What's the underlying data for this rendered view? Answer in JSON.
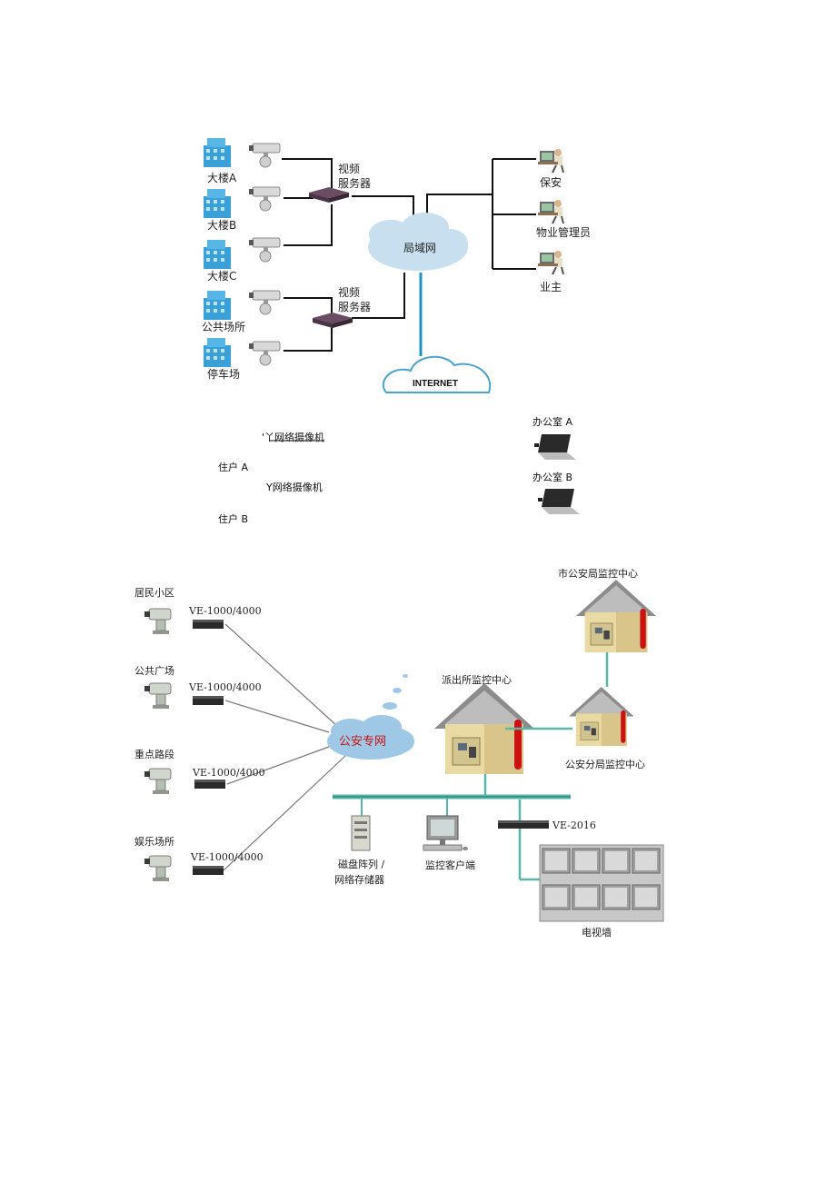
{
  "diagram1": {
    "buildings": [
      "大楼A",
      "大楼B",
      "大楼C",
      "公共场所",
      "停车场"
    ],
    "video_server_top": [
      "视频",
      "服务器"
    ],
    "video_server_bottom": [
      "视频",
      "服务器"
    ],
    "lan": "局域网",
    "internet": "INTERNET",
    "users": [
      "保安",
      "物业管理员",
      "业主"
    ]
  },
  "middle": {
    "camera_a": "'丫网络摄像机",
    "resident_a": "住户 A",
    "camera_b": "Y网络摄像机",
    "resident_b": "住户 B",
    "office_a": "办公室 A",
    "office_b": "办公室 B"
  },
  "diagram2": {
    "sites": [
      "居民小区",
      "公共广场",
      "重点路段",
      "娱乐场所"
    ],
    "encoders": [
      "VE-1000/4000",
      "VE-1000/4000",
      "VE-1000/4000",
      "VE-1000/4000"
    ],
    "police_network": "公安专网",
    "station_center": "派出所监控中心",
    "city_center": "市公安局监控中心",
    "branch_center": "公安分局监控中心",
    "storage": [
      "磁盘阵列 /",
      "网络存储器"
    ],
    "client": "监控客户端",
    "decoder": "VE-2016",
    "tv_wall": "电视墙"
  },
  "colors": {
    "building_blue": "#3aa0d8",
    "cloud_blue": "#a9cfe8",
    "link_teal": "#59b7a9",
    "roof_gray": "#8c8c8c",
    "police_red": "#cc1111"
  }
}
